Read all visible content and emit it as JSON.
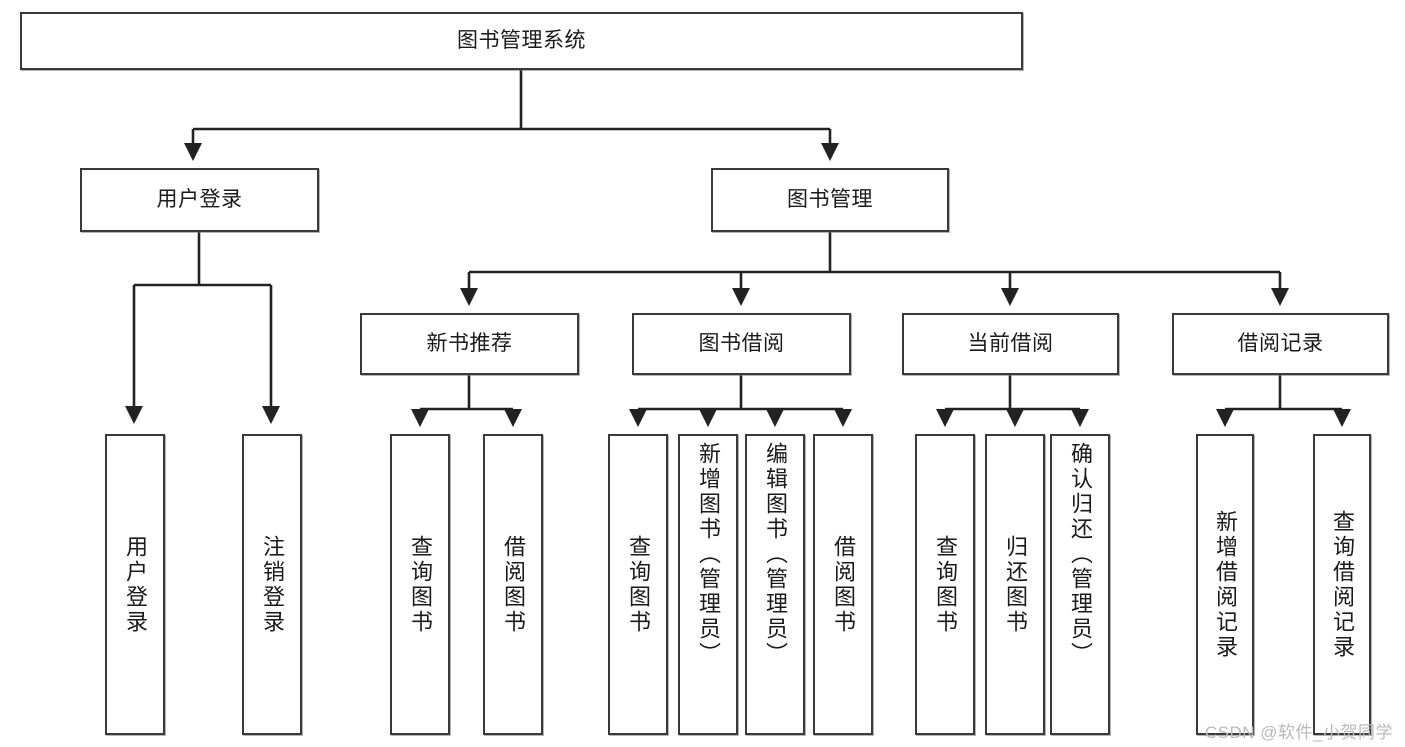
{
  "diagram": {
    "title_node": {
      "label": "图书管理系统"
    },
    "level2": [
      {
        "label": "用户登录"
      },
      {
        "label": "图书管理"
      }
    ],
    "level3": [
      {
        "label": "新书推荐"
      },
      {
        "label": "图书借阅"
      },
      {
        "label": "当前借阅"
      },
      {
        "label": "借阅记录"
      }
    ],
    "leaves": {
      "user_login": [
        {
          "label": "用户登录"
        },
        {
          "label": "注销登录"
        }
      ],
      "new_book_recommend": [
        {
          "label": "查询图书"
        },
        {
          "label": "借阅图书"
        }
      ],
      "book_borrow": [
        {
          "label": "查询图书"
        },
        {
          "label": "新增图书（管理员）"
        },
        {
          "label": "编辑图书（管理员）"
        },
        {
          "label": "借阅图书"
        }
      ],
      "current_borrow": [
        {
          "label": "查询图书"
        },
        {
          "label": "归还图书"
        },
        {
          "label": "确认归还（管理员）"
        }
      ],
      "borrow_record": [
        {
          "label": "新增借阅记录"
        },
        {
          "label": "查询借阅记录"
        }
      ]
    },
    "watermark": "CSDN @软件_小贺同学",
    "colors": {
      "box_border": "#3a3a3a",
      "connector": "#222222",
      "text": "#1a1a1a",
      "background": "#ffffff",
      "watermark": "#b9b9b9"
    }
  }
}
